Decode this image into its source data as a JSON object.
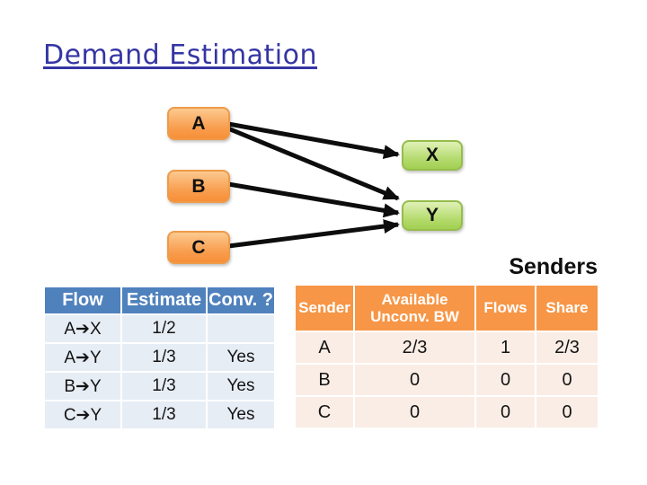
{
  "slide": {
    "title": "Demand Estimation",
    "senders_label": "Senders"
  },
  "diagram": {
    "sender_nodes": [
      {
        "label": "A"
      },
      {
        "label": "B"
      },
      {
        "label": "C"
      }
    ],
    "receiver_nodes": [
      {
        "label": "X"
      },
      {
        "label": "Y"
      }
    ],
    "edges": [
      {
        "from": "A",
        "to": "X"
      },
      {
        "from": "A",
        "to": "Y"
      },
      {
        "from": "B",
        "to": "Y"
      },
      {
        "from": "C",
        "to": "Y"
      }
    ]
  },
  "flow_table": {
    "headers": [
      "Flow",
      "Estimate",
      "Conv. ?"
    ],
    "rows": [
      [
        "A➔X",
        "1/2",
        ""
      ],
      [
        "A➔Y",
        "1/3",
        "Yes"
      ],
      [
        "B➔Y",
        "1/3",
        "Yes"
      ],
      [
        "C➔Y",
        "1/3",
        "Yes"
      ]
    ]
  },
  "sender_table": {
    "headers": [
      "Sender",
      "Available Unconv. BW",
      "Flows",
      "Share"
    ],
    "rows": [
      [
        "A",
        "2/3",
        "1",
        "2/3"
      ],
      [
        "B",
        "0",
        "0",
        "0"
      ],
      [
        "C",
        "0",
        "0",
        "0"
      ]
    ]
  },
  "colors": {
    "title": "#3535A4",
    "flow_header_bg": "#4F81BD",
    "flow_row_bg": "#E7EDF5",
    "sender_header_bg": "#F79646",
    "sender_row_bg": "#FAEDE5",
    "sender_node_fill": "#F79646",
    "receiver_node_fill": "#A2CF52",
    "arrow": "#0D0D0D"
  }
}
